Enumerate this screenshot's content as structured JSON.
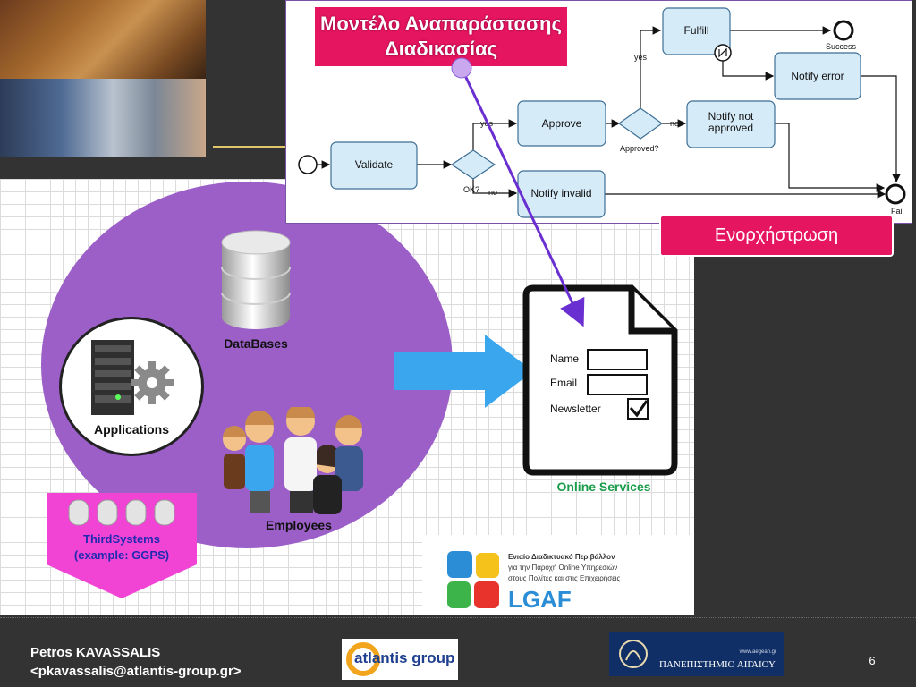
{
  "slide": {
    "title": "Μοντέλο Αναπαράστασης Διαδικασίας",
    "title_line1": "Μοντέλο Αναπαράστασης",
    "title_line2": "Διαδικασίας",
    "orchestration_label": "Ενορχήστρωση",
    "page_number": "6"
  },
  "workflow": {
    "nodes": {
      "validate": "Validate",
      "approve": "Approve",
      "notify_invalid": "Notify invalid",
      "fulfill": "Fulfill",
      "notify_not_approved_1": "Notify not",
      "notify_not_approved_2": "approved",
      "notify_error": "Notify error"
    },
    "gateways": {
      "ok": "OK?",
      "approved": "Approved?"
    },
    "edge_labels": {
      "yes_ok": "yes",
      "no_ok": "no",
      "yes_approved": "yes",
      "no_approved": "no"
    },
    "events": {
      "success": "Success",
      "fail": "Fail"
    }
  },
  "architecture": {
    "databases": "DataBases",
    "applications": "Applications",
    "employees": "Employees",
    "third_systems_1": "ThirdSystems",
    "third_systems_2": "(example: GGPS)"
  },
  "online_form": {
    "name_label": "Name",
    "email_label": "Email",
    "newsletter_label": "Newsletter",
    "caption": "Online Services"
  },
  "lgaf": {
    "line1": "Ενιαίο Διαδικτυακό Περιβάλλον",
    "line2": "για την Παροχή Online Υπηρεσιών",
    "line3": "στους Πολίτες και στις Επιχειρήσεις",
    "name": "LGAF"
  },
  "footer": {
    "author_name": "Petros KAVASSALIS",
    "author_email": "<pkavassalis@atlantis-group.gr>",
    "atlantis_logo": "atlantis group",
    "aegean_url": "www.aegean.gr",
    "aegean_name": "ΠΑΝΕΠΙΣΤΗΜΙΟ ΑΙΓΑΙΟΥ"
  },
  "colors": {
    "background": "#333333",
    "accent_pink": "#e6155f",
    "circle_purple": "#9b5fc7",
    "arrow_blue": "#3aa6ee",
    "connector_purple": "#6a2fd0",
    "task_fill": "#d6ebf8",
    "third_systems_pink": "#f244d4"
  }
}
